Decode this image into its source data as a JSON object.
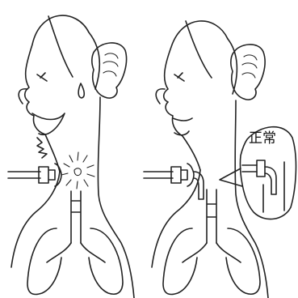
{
  "diagram": {
    "panels": [
      {
        "id": "left",
        "state": "tube-with-leak"
      },
      {
        "id": "right",
        "state": "tube-normal",
        "callout_label": "正常"
      }
    ]
  }
}
